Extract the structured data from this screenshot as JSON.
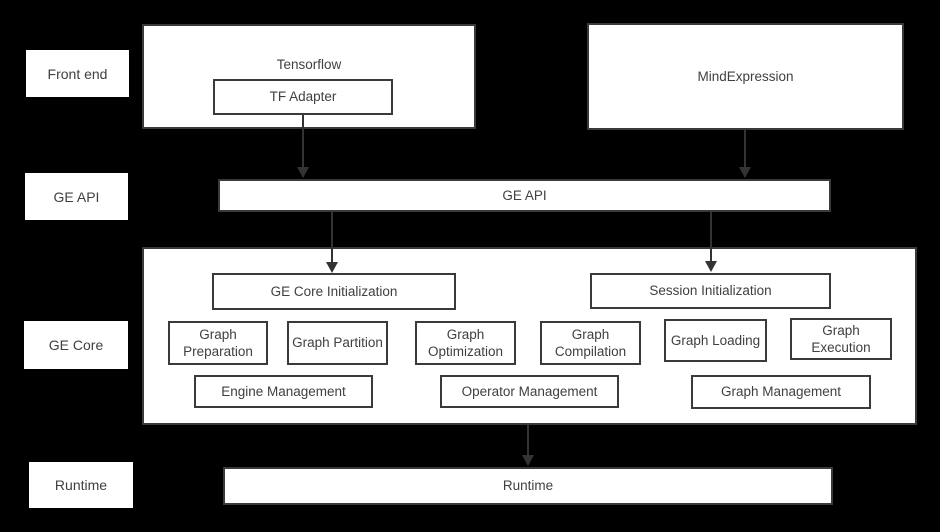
{
  "colors": {
    "background": "#000000",
    "box_fill": "#ffffff",
    "border": "#3a3a3a",
    "text": "#404040",
    "arrow": "#333333"
  },
  "layer_labels": [
    {
      "label": "Front end"
    },
    {
      "label": "GE API"
    },
    {
      "label": "GE Core"
    },
    {
      "label": "Runtime"
    }
  ],
  "front_end": {
    "tensorflow": "Tensorflow",
    "tf_adapter": "TF Adapter",
    "mindexpression": "MindExpression"
  },
  "ge_api": {
    "label": "GE API"
  },
  "ge_core": {
    "init_boxes": [
      "GE Core Initialization",
      "Session Initialization"
    ],
    "stage_boxes": [
      "Graph Preparation",
      "Graph Partition",
      "Graph Optimization",
      "Graph Compilation",
      "Graph Loading",
      "Graph Execution"
    ],
    "management_boxes": [
      "Engine Management",
      "Operator Management",
      "Graph Management"
    ]
  },
  "runtime": {
    "label": "Runtime"
  }
}
